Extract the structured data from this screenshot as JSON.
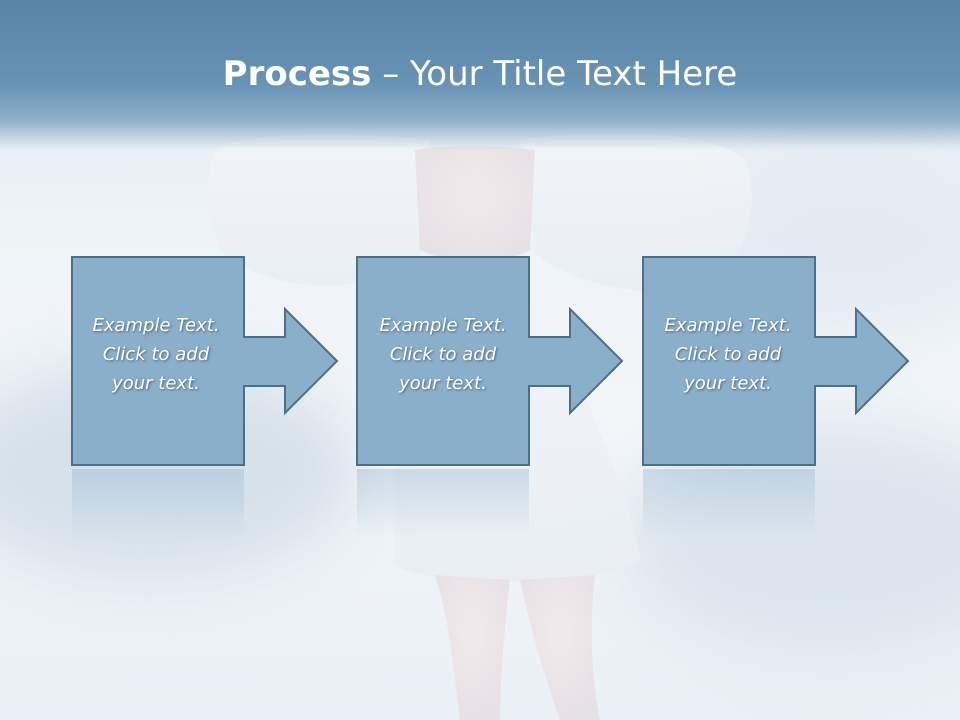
{
  "title": {
    "bold": "Process",
    "separator": " – ",
    "rest": "Your Title Text Here"
  },
  "steps": [
    {
      "lines": [
        "Example Text.",
        "Click  to add",
        "your text."
      ]
    },
    {
      "lines": [
        "Example Text.",
        "Click  to add",
        "your text."
      ]
    },
    {
      "lines": [
        "Example Text.",
        "Click  to add",
        "your text."
      ]
    }
  ],
  "colors": {
    "title_bar": "#5a84a6",
    "shape_fill": "#8aafcb",
    "shape_stroke": "#4f6e88"
  }
}
